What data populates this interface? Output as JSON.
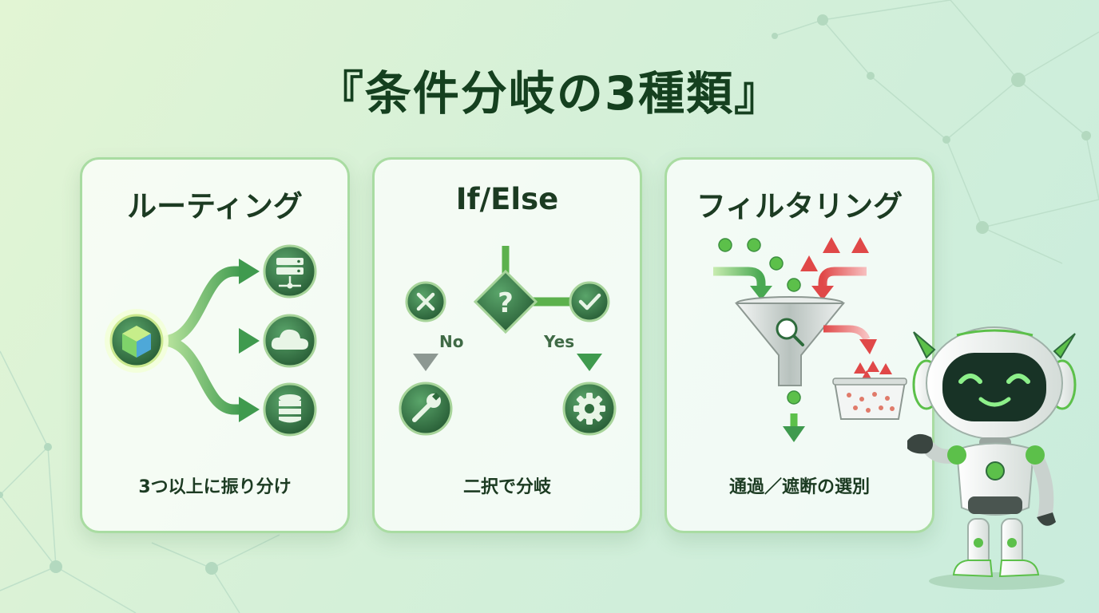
{
  "title": "『条件分岐の3種類』",
  "cards": [
    {
      "title": "ルーティング",
      "caption": "3つ以上に振り分け",
      "icons": [
        "cube-icon",
        "server-icon",
        "cloud-icon",
        "database-icon"
      ]
    },
    {
      "title": "If/Else",
      "caption": "二択で分岐",
      "no_label": "No",
      "yes_label": "Yes",
      "icons": [
        "question-diamond-icon",
        "x-icon",
        "check-icon",
        "wrench-icon",
        "gear-icon"
      ]
    },
    {
      "title": "フィルタリング",
      "caption": "通過／遮断の選別",
      "icons": [
        "funnel-icon",
        "magnifier-icon",
        "basket-icon"
      ]
    }
  ],
  "colors": {
    "title_text": "#15401f",
    "card_border": "#a9dca2",
    "accent_green": "#5cc04a",
    "dark_green": "#2e6b3c",
    "reject_red": "#e04848"
  }
}
